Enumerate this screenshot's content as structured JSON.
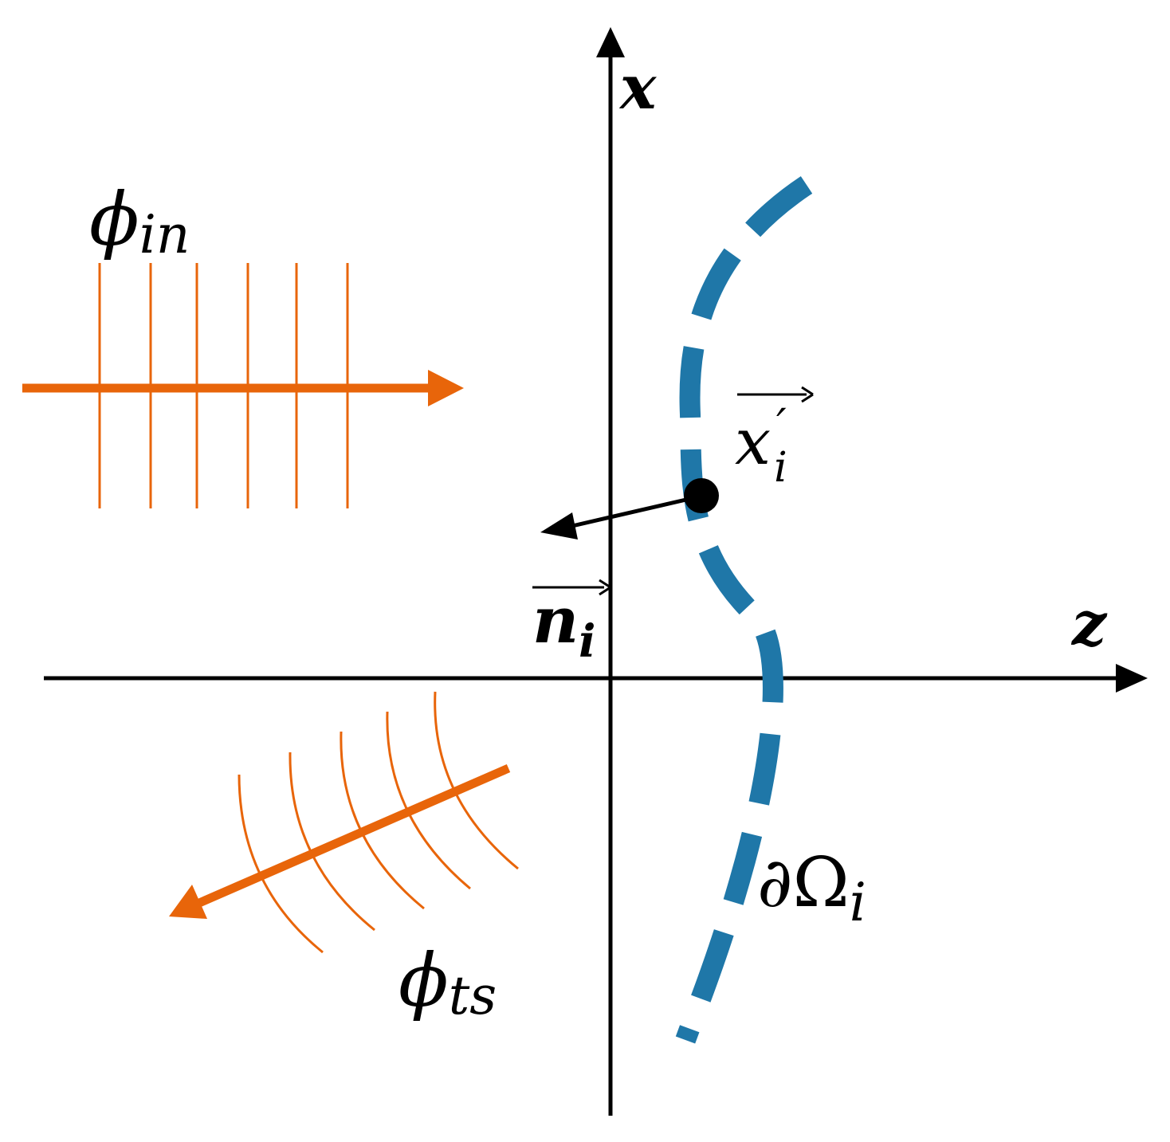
{
  "axes": {
    "x_label": "x",
    "z_label": "z"
  },
  "labels": {
    "phi_in": {
      "symbol": "ϕ",
      "subscript": "in"
    },
    "phi_ts": {
      "symbol": "ϕ",
      "subscript": "ts"
    },
    "boundary": {
      "symbol": "∂Ω",
      "subscript": "i"
    },
    "point": {
      "symbol": "x",
      "prime": "′",
      "subscript": "i"
    },
    "normal": {
      "symbol": "n",
      "subscript": "i"
    }
  },
  "colors": {
    "axis": "#000000",
    "wave": "#e8650a",
    "boundary": "#1f77a8",
    "normal": "#000000"
  }
}
